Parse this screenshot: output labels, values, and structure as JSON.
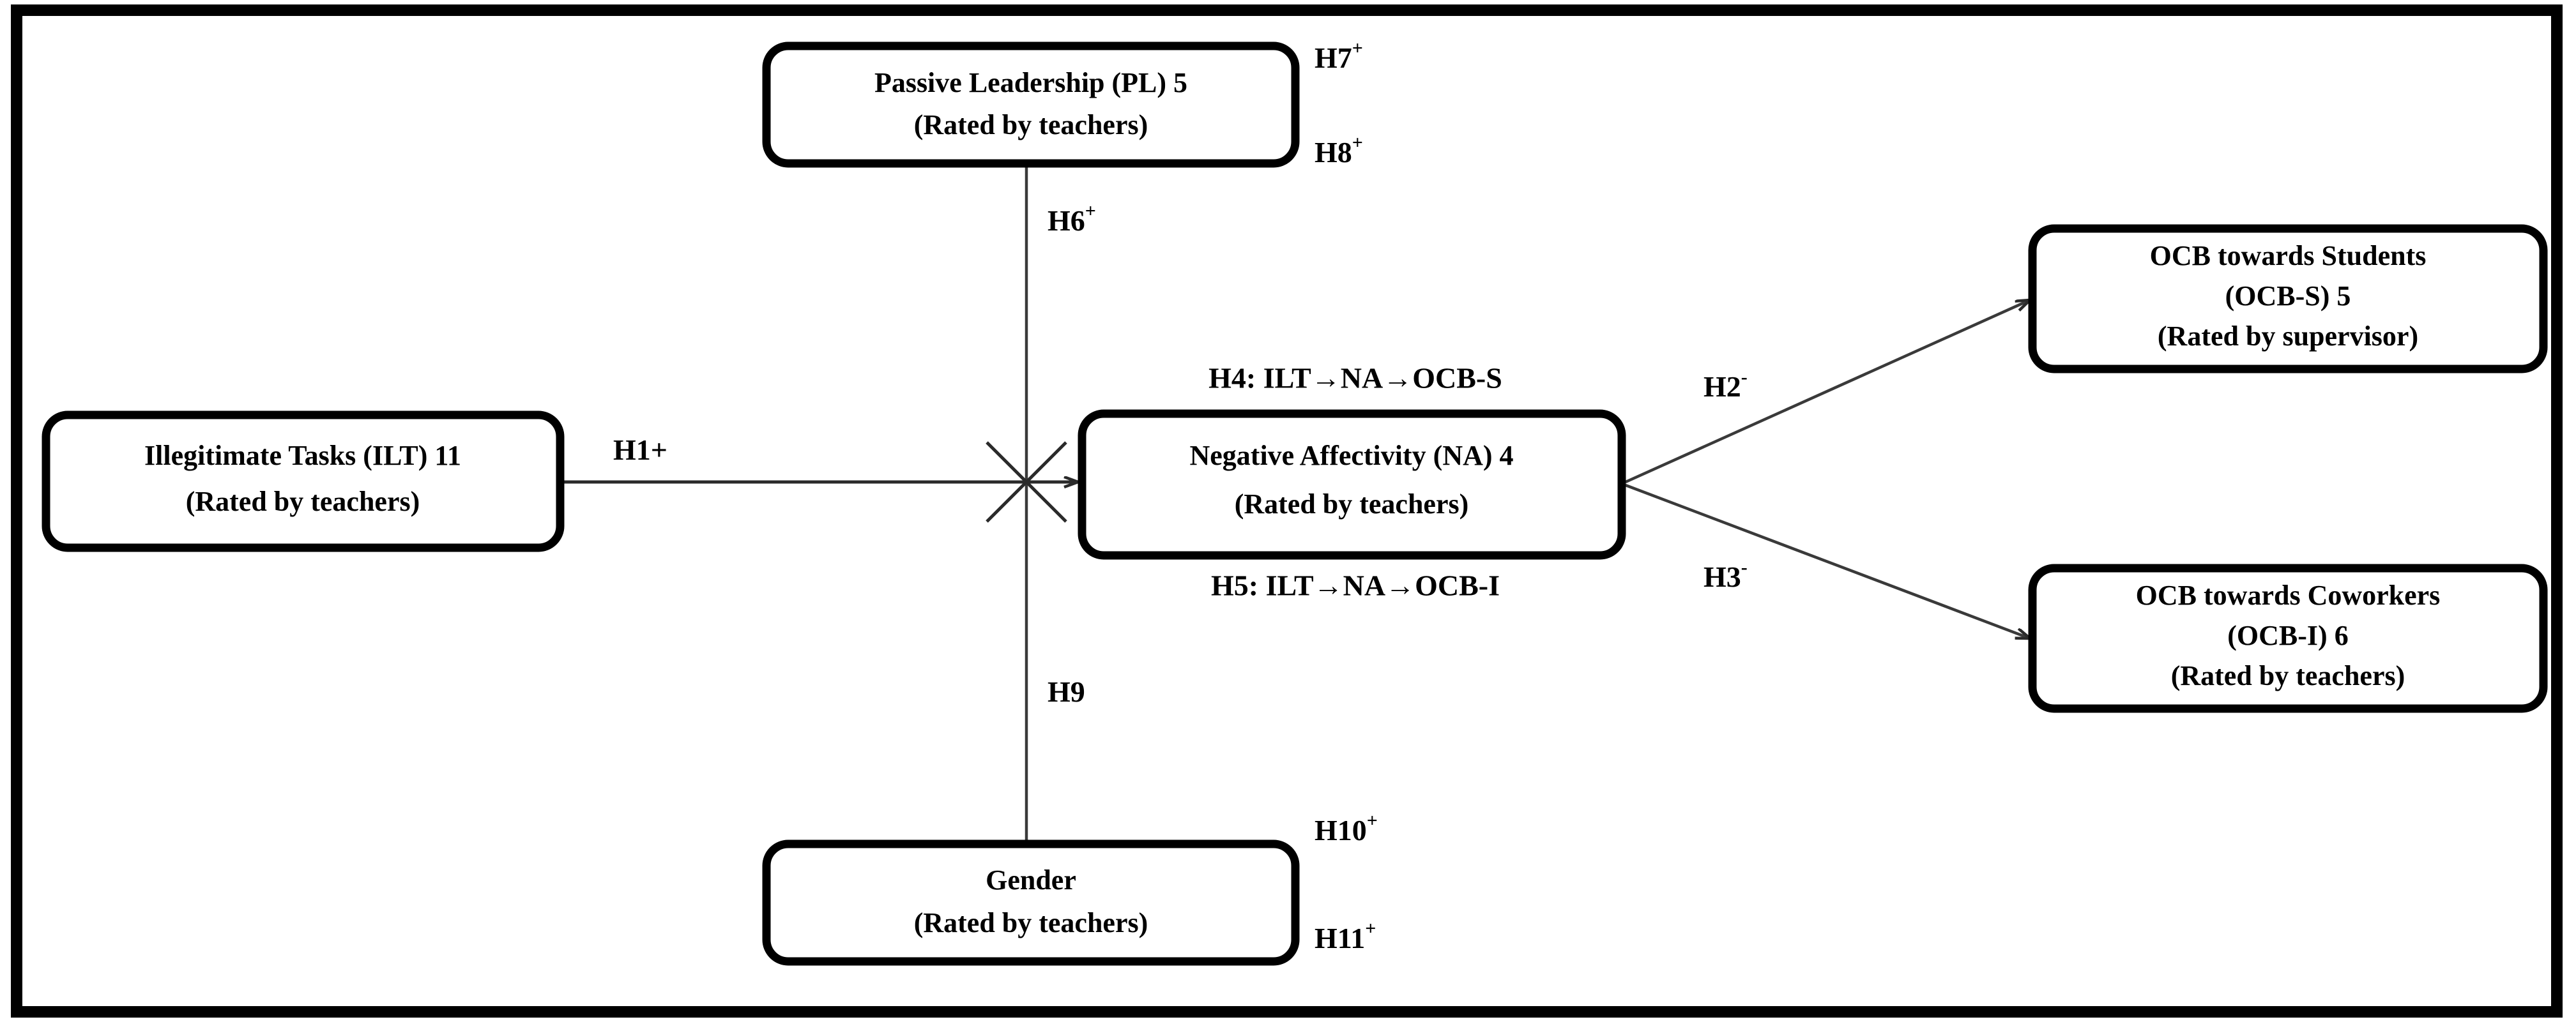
{
  "figure": {
    "type": "conceptual-research-model",
    "frame_color": "#000000",
    "background": "#ffffff"
  },
  "nodes": {
    "passive_leadership": {
      "line1": "Passive Leadership (PL) 5",
      "line2": "(Rated by teachers)"
    },
    "illegitimate_tasks": {
      "line1": "Illegitimate Tasks (ILT) 11",
      "line2": "(Rated by teachers)"
    },
    "negative_affectivity": {
      "line1": "Negative Affectivity (NA) 4",
      "line2": "(Rated by teachers)"
    },
    "ocb_students": {
      "line1": "OCB towards Students",
      "line2": "(OCB-S) 5",
      "line3": "(Rated by supervisor)"
    },
    "ocb_coworkers": {
      "line1": "OCB towards Coworkers",
      "line2": "(OCB-I) 6",
      "line3": "(Rated by teachers)"
    },
    "gender": {
      "line1": "Gender",
      "line2": "(Rated by teachers)"
    }
  },
  "hypotheses": {
    "h1": {
      "base": "H1+",
      "sign": ""
    },
    "h2": {
      "base": "H2",
      "sign": "-"
    },
    "h3": {
      "base": "H3",
      "sign": "-"
    },
    "h4": {
      "text": "H4: ILT→NA→OCB-S"
    },
    "h5": {
      "text": "H5: ILT→NA→OCB-I"
    },
    "h6": {
      "base": "H6",
      "sign": "+"
    },
    "h7": {
      "base": "H7",
      "sign": "+"
    },
    "h8": {
      "base": "H8",
      "sign": "+"
    },
    "h9": {
      "base": "H9",
      "sign": ""
    },
    "h10": {
      "base": "H10",
      "sign": "+"
    },
    "h11": {
      "base": "H11",
      "sign": "+"
    }
  }
}
